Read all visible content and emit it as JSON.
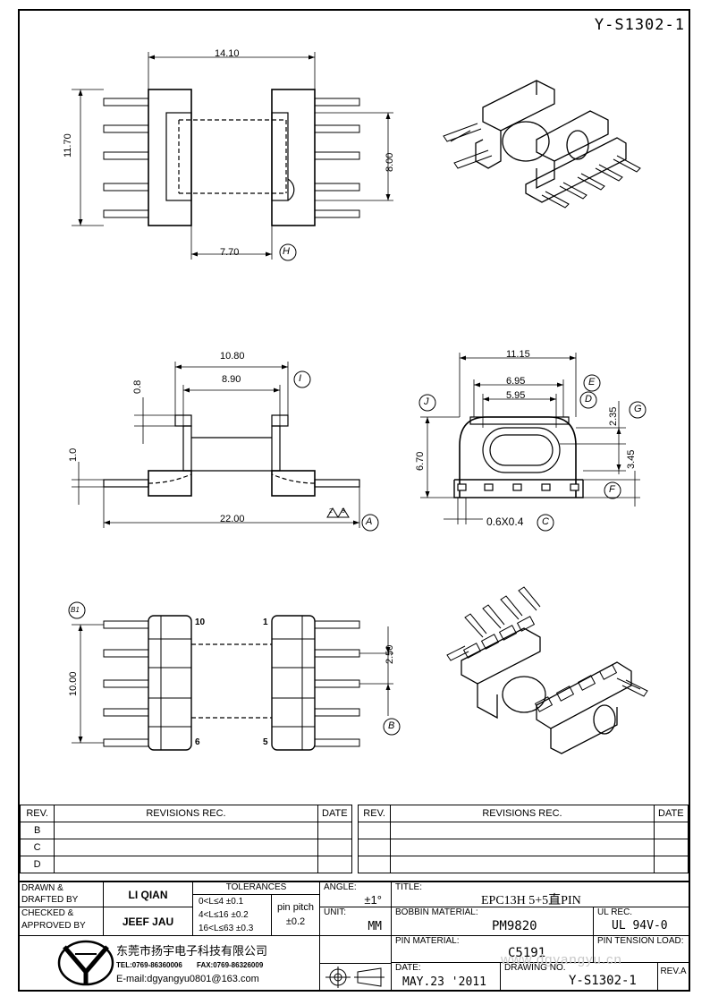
{
  "drawing_number": "Y-S1302-1",
  "top_view": {
    "dim_width": "14.10",
    "dim_height": "11.70",
    "dim_inner": "8.00",
    "dim_bottom": "7.70",
    "marker": "H"
  },
  "side_view": {
    "dim_outer": "10.80",
    "dim_inner": "8.90",
    "dim_small": "0.8",
    "dim_pin": "1.0",
    "dim_length": "22.00",
    "marker_i": "I",
    "marker_a": "A",
    "triangles": "2 3"
  },
  "front_view": {
    "dim_outer": "11.15",
    "dim_mid": "6.95",
    "dim_inner": "5.95",
    "dim_height": "6.70",
    "dim_top": "2.35",
    "dim_mid_v": "3.45",
    "pin_size": "0.6X0.4",
    "markers": {
      "j": "J",
      "e": "E",
      "d": "D",
      "g": "G",
      "f": "F",
      "c": "C"
    }
  },
  "bottom_view": {
    "marker_b1": "B1",
    "pin_10": "10",
    "pin_1": "1",
    "pin_6": "6",
    "pin_5": "5",
    "dim_span": "10.00",
    "dim_pitch": "2.50",
    "marker_b": "B"
  },
  "revisions": {
    "header": {
      "rev": "REV.",
      "revisions": "REVISIONS    REC.",
      "date": "DATE"
    },
    "rows": [
      "B",
      "C",
      "D"
    ]
  },
  "title_block": {
    "drawn_label": "DRAWN &\nDRAFTED BY",
    "drawn_value": "LI QIAN",
    "checked_label": "CHECKED &\nAPPROVED BY",
    "checked_value": "JEEF JAU",
    "tolerances_label": "TOLERANCES",
    "tol_1": "0<L≤4    ±0.1",
    "tol_2": "4<L≤16  ±0.2",
    "tol_3": "16<L≤63  ±0.3",
    "pin_pitch_label": "pin pitch",
    "pin_pitch_value": "±0.2",
    "angle_label": "ANGLE:",
    "angle_value": "±1°",
    "unit_label": "UNIT:",
    "unit_value": "MM",
    "title_label": "TITLE:",
    "title_value": "EPC13H 5+5直PIN",
    "bobbin_label": "BOBBIN MATERIAL:",
    "bobbin_value": "PM9820",
    "ul_label": "UL REC.",
    "ul_value": "UL 94V-0",
    "pin_material_label": "PIN MATERIAL:",
    "pin_material_value": "C5191",
    "pin_tension_label": "PIN TENSION LOAD:",
    "date_label": "DATE:",
    "date_value": "MAY.23 '2011",
    "drawing_no_label": "DRAWING NO.",
    "drawing_no_value": "Y-S1302-1",
    "rev_label": "REV.A",
    "company_name": "东莞市扬宇电子科技有限公司",
    "tel": "TEL:0769-86360006",
    "fax": "FAX:0769-86326009",
    "email": "E-mail:dgyangyu0801@163.com",
    "watermark": "www.dgyangyu.cn"
  }
}
